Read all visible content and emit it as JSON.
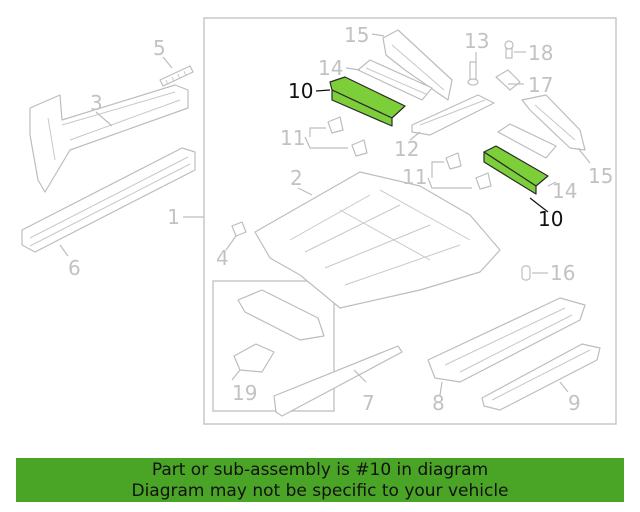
{
  "callouts": {
    "c1": "1",
    "c2": "2",
    "c3": "3",
    "c4": "4",
    "c5": "5",
    "c6": "6",
    "c7": "7",
    "c8": "8",
    "c9": "9",
    "c10a": "10",
    "c10b": "10",
    "c11a": "11",
    "c11b": "11",
    "c12": "12",
    "c13": "13",
    "c14a": "14",
    "c14b": "14",
    "c15a": "15",
    "c15b": "15",
    "c16": "16",
    "c17": "17",
    "c18": "18",
    "c19": "19"
  },
  "banner": {
    "line1": "Part or sub-assembly is #10 in diagram",
    "line2": "Diagram may not be specific to your vehicle"
  },
  "colors": {
    "highlight_part": "#7dcf3a",
    "banner_background": "#4aa526"
  }
}
